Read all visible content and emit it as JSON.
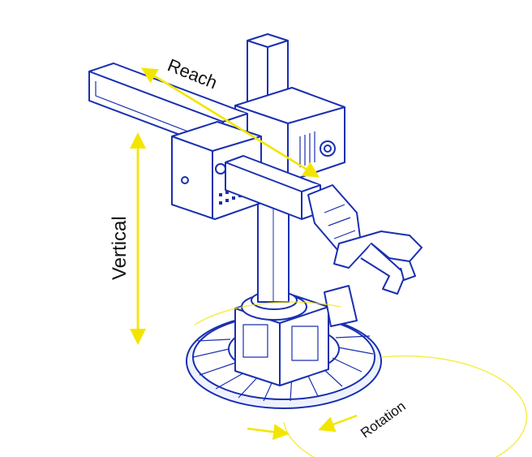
{
  "labels": {
    "reach": "Reach",
    "vertical": "Vertical",
    "rotation": "Rotation"
  },
  "colors": {
    "line": "#1a2fb0",
    "arrow": "#f2e600",
    "fill": "#ffffff",
    "text": "#111111"
  }
}
